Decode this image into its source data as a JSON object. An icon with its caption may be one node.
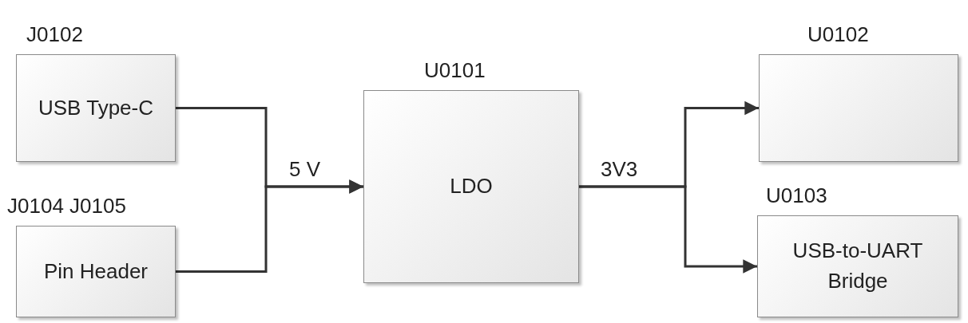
{
  "diagram": {
    "nodes": [
      {
        "text": [
          "J0102",
          "USB Type-C"
        ]
      },
      {
        "text": [
          "J0104 J0105",
          "Pin Header"
        ]
      },
      {
        "text": [
          "U0101",
          "LDO"
        ]
      },
      {
        "text": [
          "U0102"
        ]
      },
      {
        "text": [
          "U0103",
          "USB-to-UART Bridge"
        ]
      }
    ],
    "edges": [
      {
        "from": 0,
        "to": 2,
        "arrow": "to",
        "label": "5 V"
      },
      {
        "from": 1,
        "to": 2,
        "arrow": "to"
      },
      {
        "from": 2,
        "to": 3,
        "arrow": "to",
        "label": "3V3"
      },
      {
        "from": 2,
        "to": 4,
        "arrow": "to"
      }
    ]
  }
}
